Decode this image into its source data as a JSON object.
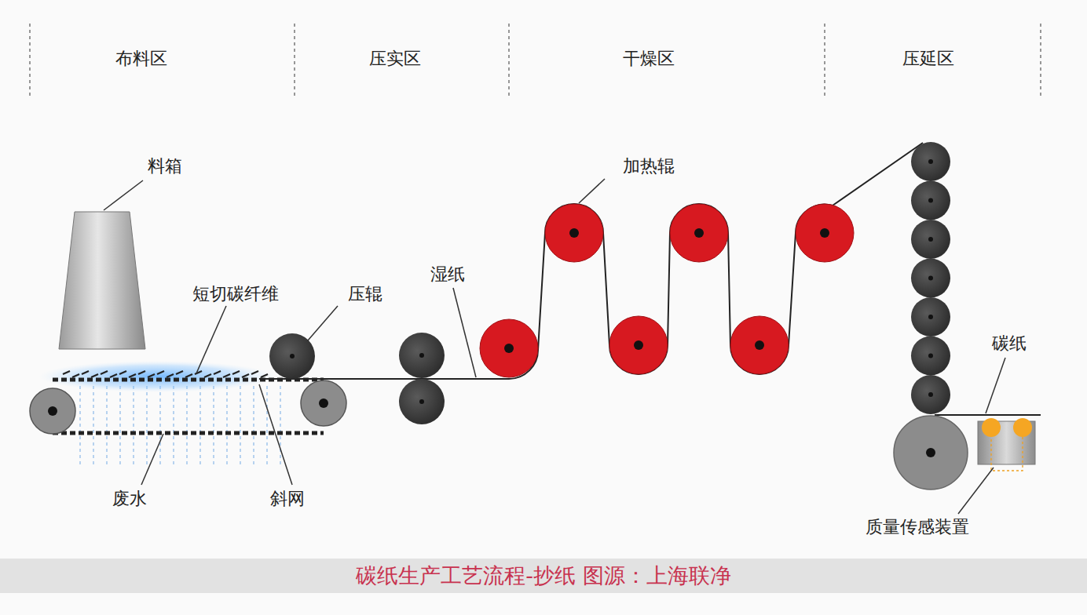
{
  "diagram": {
    "caption": "碳纸生产工艺流程-抄纸 图源：上海联净",
    "labels": [
      "布料区",
      "压实区",
      "干燥区",
      "压延区",
      "料箱",
      "短切碳纤维",
      "压辊",
      "湿纸",
      "加热辊",
      "碳纸",
      "废水",
      "斜网",
      "质量传感装置"
    ]
  }
}
